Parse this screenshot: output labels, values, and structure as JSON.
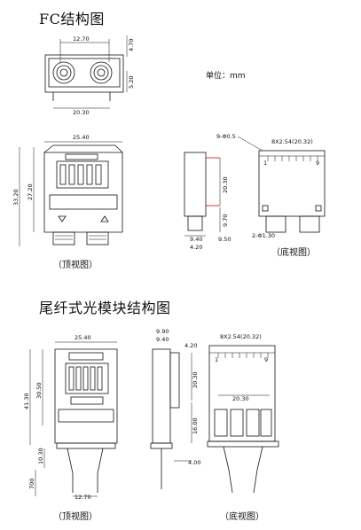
{
  "fc_section": {
    "title": "FC结构图",
    "unit_label": "单位：mm",
    "front_dims": [
      "12.70",
      "4.70",
      "5.20",
      "20.30"
    ],
    "top_view": {
      "width": "25.40",
      "h_outer": "33.20",
      "h_inner": "27.20",
      "caption": "（顶视图）"
    },
    "bottom_view": {
      "pin_note": "8X2.54(20.32)",
      "hole_note": "9-Φ0.5",
      "pin_first": "1",
      "pin_last": "9",
      "dim_20_30": "20.30",
      "dim_9_70": "9.70",
      "dim_9_40": "9.40",
      "dim_4_20": "4.20",
      "dim_9_50": "9.50",
      "dim_2_0_30": "2-Φ1.30",
      "caption": "（底视图）"
    }
  },
  "pigtail_section": {
    "title": "尾纤式光模块结构图",
    "top_view": {
      "width": "25.40",
      "h_outer": "41.30",
      "h_inner": "30.50",
      "dim_10_30": "10.30",
      "dim_700": "700",
      "dim_12_70": "12.70",
      "caption": "（顶视图）"
    },
    "side_view": {
      "dim_9_90": "9.90",
      "dim_9_40": "9.40",
      "dim_4_20": "4.20",
      "dim_20_30": "20.30",
      "dim_16_00": "16.00",
      "dim_4_00": "4.00"
    },
    "bottom_view": {
      "pin_note": "8X2.54(20.32)",
      "pin_first": "1",
      "pin_last": "9",
      "dim_20_30": "20.30",
      "caption": "（底视图）"
    }
  }
}
